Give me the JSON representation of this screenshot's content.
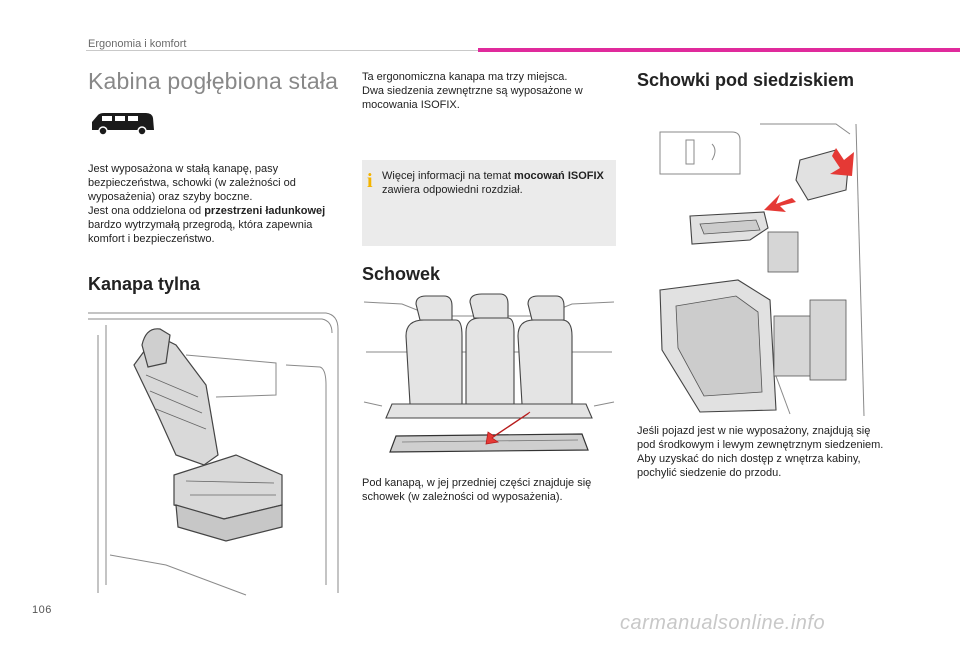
{
  "header": {
    "section": "Ergonomia i komfort"
  },
  "page_number": "106",
  "watermark": "carmanualsonline.info",
  "col1": {
    "title": "Kabina pogłębiona stała",
    "p1_a": "Jest wyposażona w stałą kanapę, pasy bezpieczeństwa, schowki (w zależności od wyposażenia) oraz szyby boczne.",
    "p1_b": "Jest ona oddzielona od ",
    "p1_bold": "przestrzeni ładunkowej",
    "p1_c": " bardzo wytrzymałą przegrodą, która zapewnia komfort i bezpieczeństwo.",
    "kanapa_title": "Kanapa tylna"
  },
  "col2": {
    "intro_a": "Ta ergonomiczna kanapa ma trzy miejsca.",
    "intro_b": "Dwa siedzenia zewnętrzne są wyposażone w mocowania ISOFIX.",
    "info_a": "Więcej informacji na temat ",
    "info_bold": "mocowań ISOFIX",
    "info_c": " zawiera odpowiedni rozdział.",
    "schowek_title": "Schowek",
    "p2": "Pod kanapą, w jej przedniej części znajduje się schowek (w zależności od wyposażenia)."
  },
  "col3": {
    "title": "Schowki pod siedziskiem",
    "p1_a": "Jeśli pojazd jest w nie wyposażony, znajdują się pod środkowym i lewym zewnętrznym siedzeniem.",
    "p1_b": "Aby uzyskać do nich dostęp z wnętrza kabiny, pochylić siedzenie do przodu."
  },
  "icons": {
    "info": "info-icon",
    "van": "van-icon"
  },
  "colors": {
    "accent": "#e02a9c",
    "info": "#f4b400",
    "arrow": "#e53935"
  }
}
